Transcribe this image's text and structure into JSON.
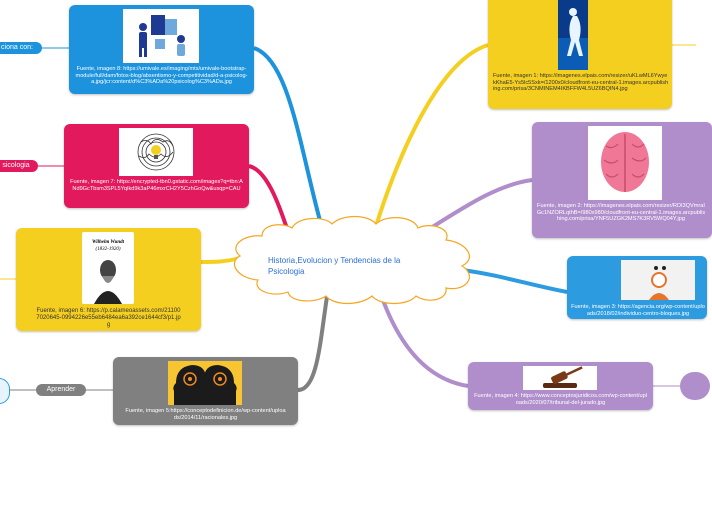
{
  "central": {
    "title": "Historia,Evolucion y Tendencias de la Psicologia"
  },
  "left_pills": {
    "relaciona": "ciona con:",
    "psicologia": "sicologia",
    "aprender": "Aprender"
  },
  "cards": {
    "img8": "Fuente, imagen 8: https://umivale.es/imaging/mts/umivale-bootstrap-module/full/dam/fotos-blog/absentismo-y-competitividad/d-a-psicolog-a.jpg/jcr:content/d%C3%ADa%20psicolog%C3%ADa.jpg",
    "img7": "Fuente, imagen 7: https://encrypted-tbn0.gstatic.com/images?q=tbn:ANd9GcTbsm3SPL5YqIkd9k3aP46mxrCH2Y5CzhGoQw&usqp=CAU",
    "img6": "Fuente, imagen 6: https://p.calameoassets.com/211007020645-0994226e55eb6484ea6a392ce1644cf3/p1.jpg",
    "img5": "Fuente, imagen 5:https://conceptodefinicion.de/wp-content/uploads/2014/11/racionales.jpg",
    "img1": "Fuente, imagen 1: https://imagenes.elpais.com/resizer/uKLwML6YwyekKhaE5-Ys5lc5Sxk=/1200x0/cloudfront-eu-central-1.images.arcpublishing.com/prisa/3CNMINEM4IKBFFW4L5UZ6BQIN4.jpg",
    "img2": "Fuente, imagen 2: https://imagenes.elpais.com/resizer/RDI3QVmraIGc1NZORLqthB=/980x980/cloudfront-eu-central-1.images.arcpublishing.com/prisa/YNF5UZGK2MS7K3RV5WQ04Y.jpg",
    "img3": "Fuente, imagen 3: https://agencia.org/wp-content/uploads/2018/02/individuo-centro-bloques.jpg",
    "img4": "Fuente, imagen 4: https://www.conceptosjuridicos.com/wp-content/uploads/2020/07/tribunal-del-jurado.jpg"
  },
  "thumbs": {
    "wilhelm_name": "Wilhelm Wundt",
    "wilhelm_years": "(1832-1920)"
  },
  "colors": {
    "blue": "#1c93dc",
    "pink": "#e3195d",
    "yellow": "#f5cf20",
    "gray": "#808080",
    "purple": "#b08ecb",
    "light_blue": "#2d9bdf",
    "central_text": "#2a6fd6",
    "cloud_stroke": "#f5a623"
  }
}
